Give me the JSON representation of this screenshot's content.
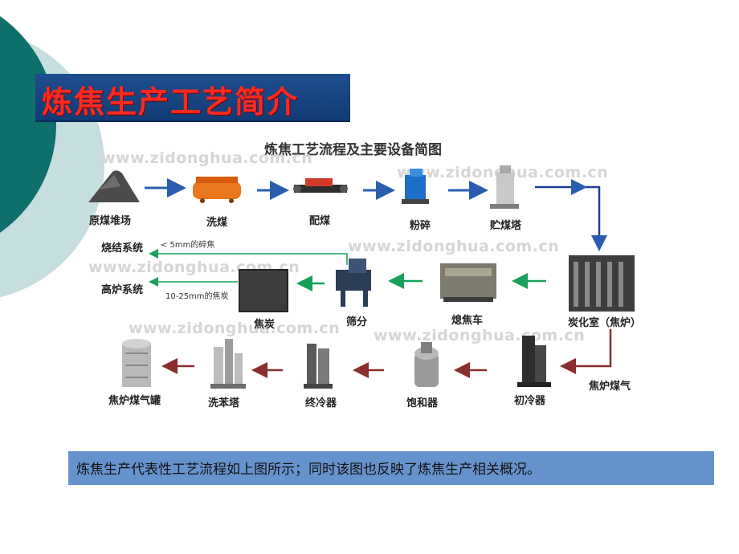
{
  "slide_title": "炼焦生产工艺简介",
  "diagram": {
    "title": "炼焦工艺流程及主要设备简图",
    "watermark": "www.zidonghua.com.cn",
    "nodes": {
      "raw_coal": "原煤堆场",
      "washing": "洗煤",
      "blending": "配煤",
      "crushing": "粉碎",
      "storage_tower": "贮煤塔",
      "coke_oven": "炭化室（焦炉）",
      "quench_car": "熄焦车",
      "screening": "筛分",
      "coke": "焦炭",
      "sinter": "烧结系统",
      "blast_furnace": "高炉系统",
      "coke_gas": "焦炉煤气",
      "primary_cooler": "初冷器",
      "saturator": "饱和器",
      "final_cooler": "终冷器",
      "benzene_tower": "洗苯塔",
      "gas_tank": "焦炉煤气罐"
    },
    "notes": {
      "fine_coke": "< 5mm的碎焦",
      "sized_coke": "10-25mm的焦炭"
    }
  },
  "caption": "炼焦生产代表性工艺流程如上图所示；同时该图也反映了炼焦生产相关概况。",
  "colors": {
    "title_bar": "#1a4a8a",
    "title_text": "#ff2a1f",
    "blue_arrow": "#2a5db0",
    "green_arrow": "#19a05a",
    "brown_arrow": "#8a2e2e",
    "caption_bg": "#6693cd",
    "teal_circle": "#0e6f6b",
    "light_circle": "#c6dede"
  }
}
